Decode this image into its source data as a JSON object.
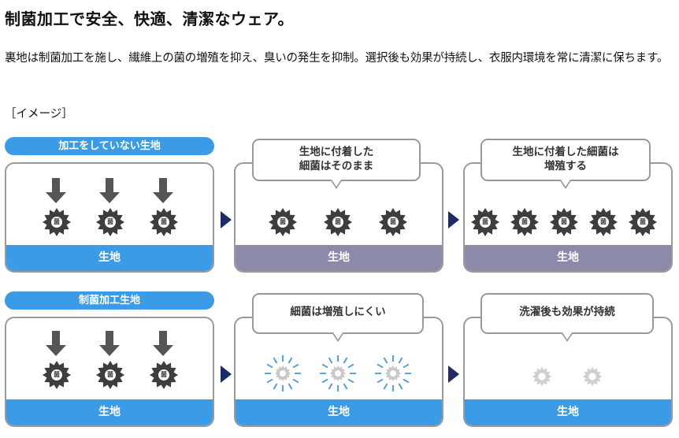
{
  "heading": "制菌加工で安全、快適、清潔なウェア。",
  "description": "裏地は制菌加工を施し、繊維上の菌の増殖を抑え、臭いの発生を抑制。選択後も効果が持続し、衣服内環境を常に清潔に保ちます。",
  "image_label": "［イメージ］",
  "rows": [
    {
      "tag": "加工をしていない生地",
      "fabric_label": "生地",
      "panel2_bubble": [
        "生地に付着した",
        "細菌はそのまま"
      ],
      "panel3_bubble": [
        "生地に付着した細菌は",
        "増殖する"
      ]
    },
    {
      "tag": "制菌加工生地",
      "fabric_label": "生地",
      "panel2_bubble": [
        "細菌は増殖しにくい"
      ],
      "panel3_bubble": [
        "洗濯後も効果が持続"
      ]
    }
  ],
  "germ_label": "菌",
  "colors": {
    "blue": "#3c9be7",
    "purple": "#8c8aa9",
    "germ": "#3d3d3d",
    "arrow": "#1f2a6b",
    "faded_germ": "#cfcfcf"
  }
}
